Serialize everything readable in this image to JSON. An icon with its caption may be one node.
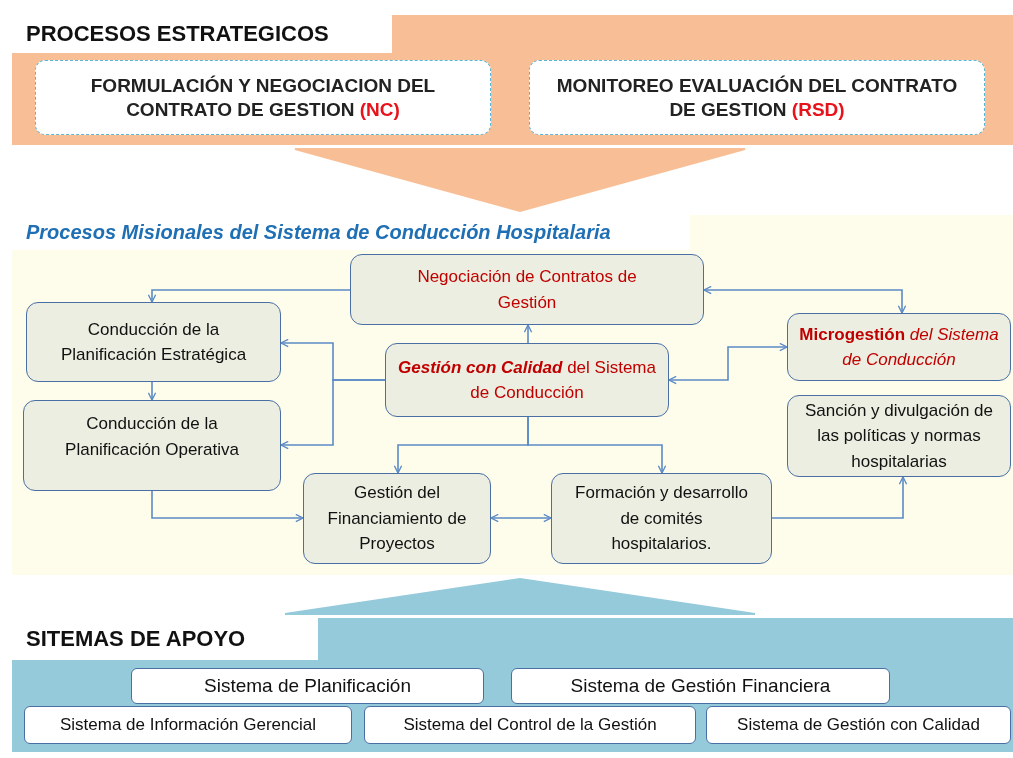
{
  "diagram": {
    "nodes": [
      {
        "text": [
          "PROCESOS ESTRATEGICOS"
        ]
      },
      {
        "text": [
          "FORMULACIÓN Y NEGOCIACION DEL CONTRATO DE GESTION **(NC)**"
        ],
        "in": 0
      },
      {
        "text": [
          "MONITOREO EVALUACIÓN DEL CONTRATO DE GESTION **(RSD)**"
        ],
        "in": 0
      },
      {
        "text": [
          "Procesos Misionales del Sistema de Conducción Hospitalaria"
        ]
      },
      {
        "text": [
          "Negociación de Contratos de Gestión"
        ],
        "in": 3
      },
      {
        "text": [
          "Conducción de la Planificación Estratégica"
        ],
        "in": 3
      },
      {
        "text": [
          "**Gestión con Calidad** del Sistema de Conducción"
        ],
        "in": 3
      },
      {
        "text": [
          "**Microgestión** del Sistema de Conducción"
        ],
        "in": 3
      },
      {
        "text": [
          "Conducción de la Planificación Operativa"
        ],
        "in": 3
      },
      {
        "text": [
          "Sanción y divulgación de las políticas y normas hospitalarias"
        ],
        "in": 3
      },
      {
        "text": [
          "Gestión del Financiamiento de Proyectos"
        ],
        "in": 3
      },
      {
        "text": [
          "Formación y desarrollo de comités hospitalarios."
        ],
        "in": 3
      },
      {
        "text": [
          "SITEMAS DE APOYO"
        ]
      },
      {
        "text": [
          "Sistema de Planificación"
        ],
        "in": 12
      },
      {
        "text": [
          "Sistema de Gestión Financiera"
        ],
        "in": 12
      },
      {
        "text": [
          "Sistema de Información Gerencial"
        ],
        "in": 12
      },
      {
        "text": [
          "Sistema del Control de la Gestión"
        ],
        "in": 12
      },
      {
        "text": [
          "Sistema de Gestión con Calidad"
        ],
        "in": 12
      }
    ],
    "edges": [
      {
        "from": 0,
        "to": 3,
        "arrow": "to",
        "style": "thick",
        "color": "#f8bf96"
      },
      {
        "from": 12,
        "to": 3,
        "arrow": "to",
        "style": "thick",
        "color": "#95cadb"
      },
      {
        "from": 4,
        "to": 5,
        "arrow": "to"
      },
      {
        "from": 5,
        "to": 8,
        "arrow": "to"
      },
      {
        "from": 6,
        "to": 5,
        "arrow": "to"
      },
      {
        "from": 6,
        "to": 8,
        "arrow": "to"
      },
      {
        "from": 6,
        "to": 4,
        "arrow": "to"
      },
      {
        "from": 4,
        "to": 7,
        "arrow": "both"
      },
      {
        "from": 7,
        "to": 6,
        "arrow": "both"
      },
      {
        "from": 6,
        "to": 10,
        "arrow": "to"
      },
      {
        "from": 6,
        "to": 11,
        "arrow": "to"
      },
      {
        "from": 8,
        "to": 10,
        "arrow": "to"
      },
      {
        "from": 10,
        "to": 11,
        "arrow": "both"
      },
      {
        "from": 11,
        "to": 9,
        "arrow": "to"
      }
    ]
  }
}
